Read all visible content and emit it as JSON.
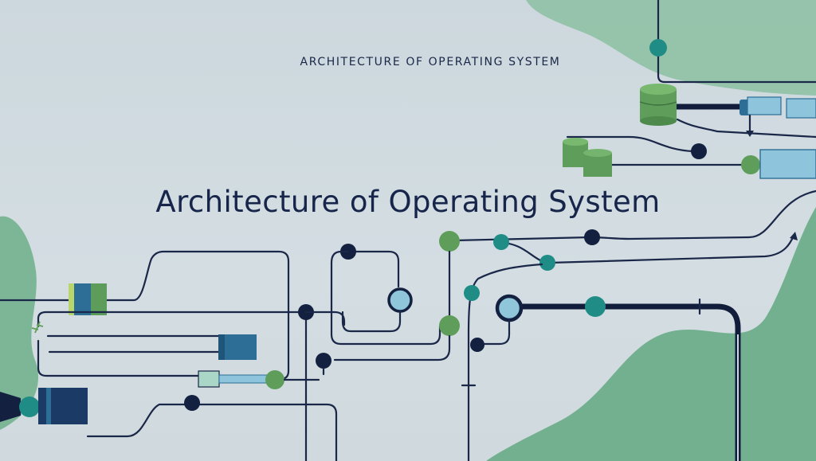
{
  "header": {
    "subtitle": "ARCHITECTURE OF OPERATING SYSTEM",
    "title": "Architecture of Operating System"
  },
  "palette": {
    "background": "#cfd9df",
    "blob_green": "#79b497",
    "wire_navy": "#1b2748",
    "node_teal": "#1f8c86",
    "node_green": "#5f9e5a",
    "node_navy": "#13203f",
    "node_light_blue": "#8fc6da",
    "block_blue": "#2c6e95",
    "block_light": "#8ec5dc",
    "block_green": "#5d9c5b"
  },
  "icons": [
    "circuit-node",
    "connector-block",
    "cylinder-component",
    "arrow-head"
  ]
}
